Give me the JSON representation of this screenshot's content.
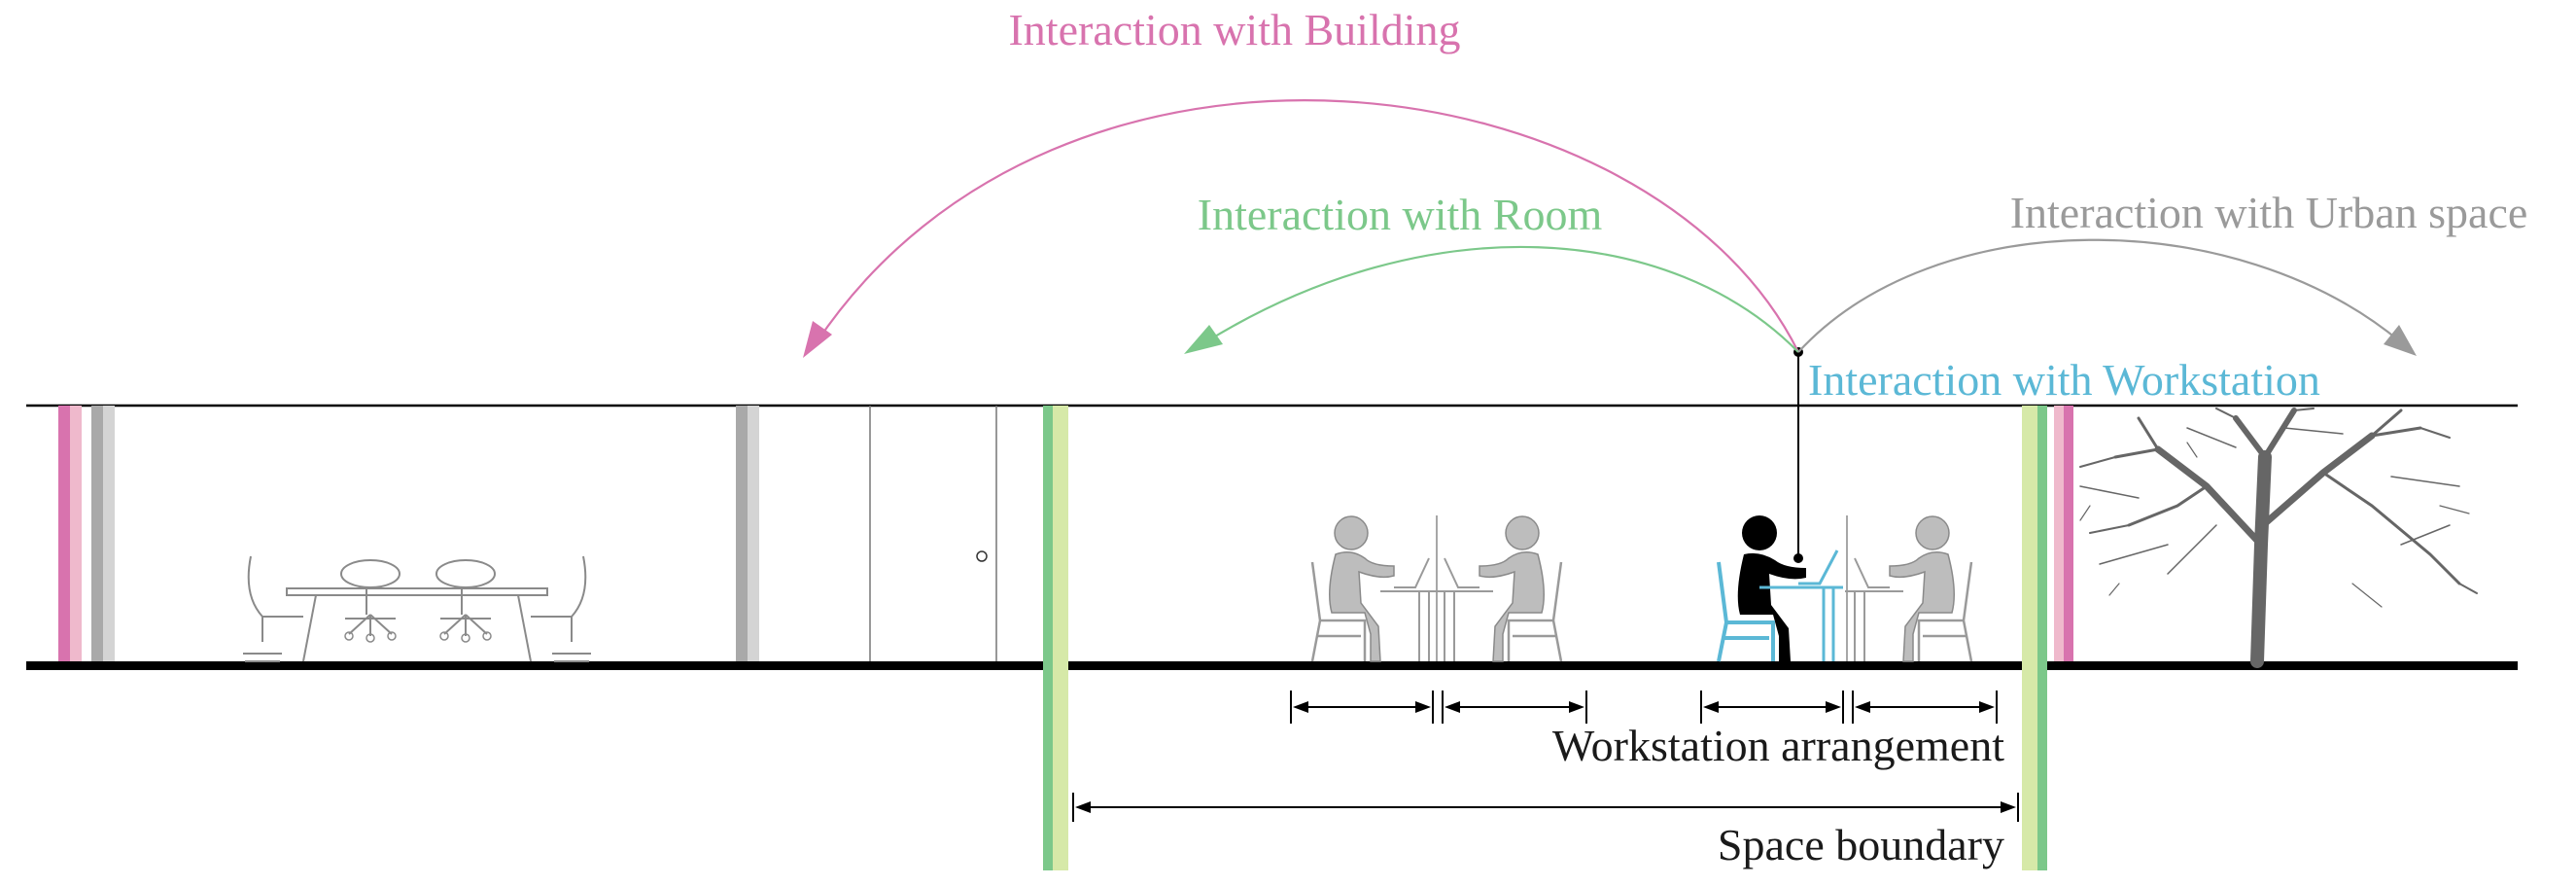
{
  "labels": {
    "interaction_building": "Interaction with Building",
    "interaction_room": "Interaction with Room",
    "interaction_urban": "Interaction with Urban space",
    "interaction_workstation": "Interaction with Workstation",
    "workstation_arrangement": "Workstation arrangement",
    "space_boundary": "Space boundary"
  },
  "colors": {
    "building": "#D873AE",
    "room": "#7CC88A",
    "urban": "#9A9A9A",
    "workstation": "#5BB8D6",
    "figure_gray": "#BDBDBD",
    "ink": "#000000"
  },
  "icons": {
    "tree": "tree-icon",
    "person": "person-at-desk-icon",
    "meeting": "meeting-table-icon"
  }
}
